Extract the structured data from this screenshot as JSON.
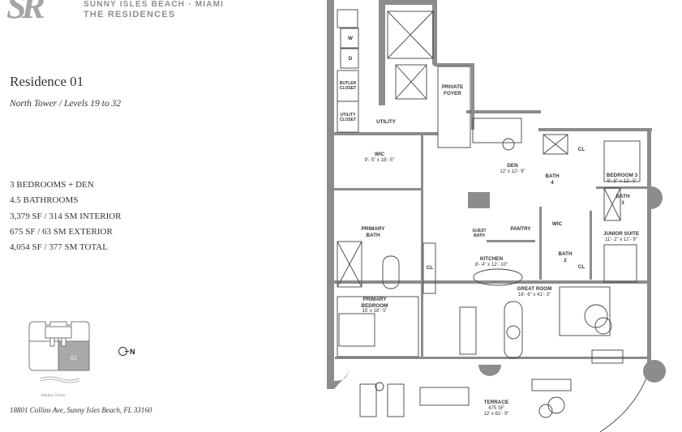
{
  "brand": {
    "logo_monogram": "SR",
    "location_line": "SUNNY ISLES BEACH · MIAMI",
    "name": "THE RESIDENCES"
  },
  "residence": {
    "title": "Residence 01",
    "subtitle": "North Tower / Levels 19 to 32"
  },
  "specs": [
    "3 BEDROOMS + DEN",
    "4.5 BATHROOMS",
    "3,379 SF / 314 SM INTERIOR",
    "675 SF / 63 SM EXTERIOR",
    "4,054 SF / 377 SM TOTAL"
  ],
  "keyplan": {
    "unit_label": "01",
    "ocean_label": "Atlantic Ocean",
    "highlight_color": "#a9a9a9"
  },
  "compass": {
    "label": "N"
  },
  "address": "18801 Collins Ave, Sunny Isles Beach, FL 33160",
  "rooms": {
    "washer": "W",
    "dryer": "D",
    "butler_closet": "BUTLER CLOSET",
    "utility_closet": "UTILITY CLOSET",
    "utility": "UTILITY",
    "private_foyer": "PRIVATE FOYER",
    "wic_primary": "WIC",
    "wic_primary_dim": "9'- 5\" x 18'- 5\"",
    "den": "DEN",
    "den_dim": "12' x 12'- 9\"",
    "bath4": "BATH 4",
    "cl_bed3": "CL",
    "bedroom3": "BEDROOM 3",
    "bedroom3_dim": "9'- 8\" x 12'- 5\"",
    "bath3": "BATH 3",
    "pantry": "PANTRY",
    "wic_junior": "WIC",
    "junior_suite": "JUNIOR SUITE",
    "junior_suite_dim": "11'- 2\" x 12'- 9\"",
    "guest_bath": "GUEST BATH",
    "kitchen": "KITCHEN",
    "kitchen_dim": "8'- 4\" x 12'- 10\"",
    "bath2": "BATH 2",
    "cl_junior": "CL",
    "primary_bath": "PRIMARY BATH",
    "cl_hall": "CL",
    "primary_bedroom": "PRIMARY BEDROOM",
    "primary_bedroom_dim": "15' x 18'- 5\"",
    "great_room": "GREAT ROOM",
    "great_room_dim": "16'- 6\" x 41'- 3\"",
    "terrace": "TERRACE",
    "terrace_area": "675 SF",
    "terrace_dim": "12' x 61'- 9\""
  },
  "colors": {
    "wall": "#8c8c8c",
    "line": "#444444",
    "brand_gray": "#9a9a9a"
  }
}
